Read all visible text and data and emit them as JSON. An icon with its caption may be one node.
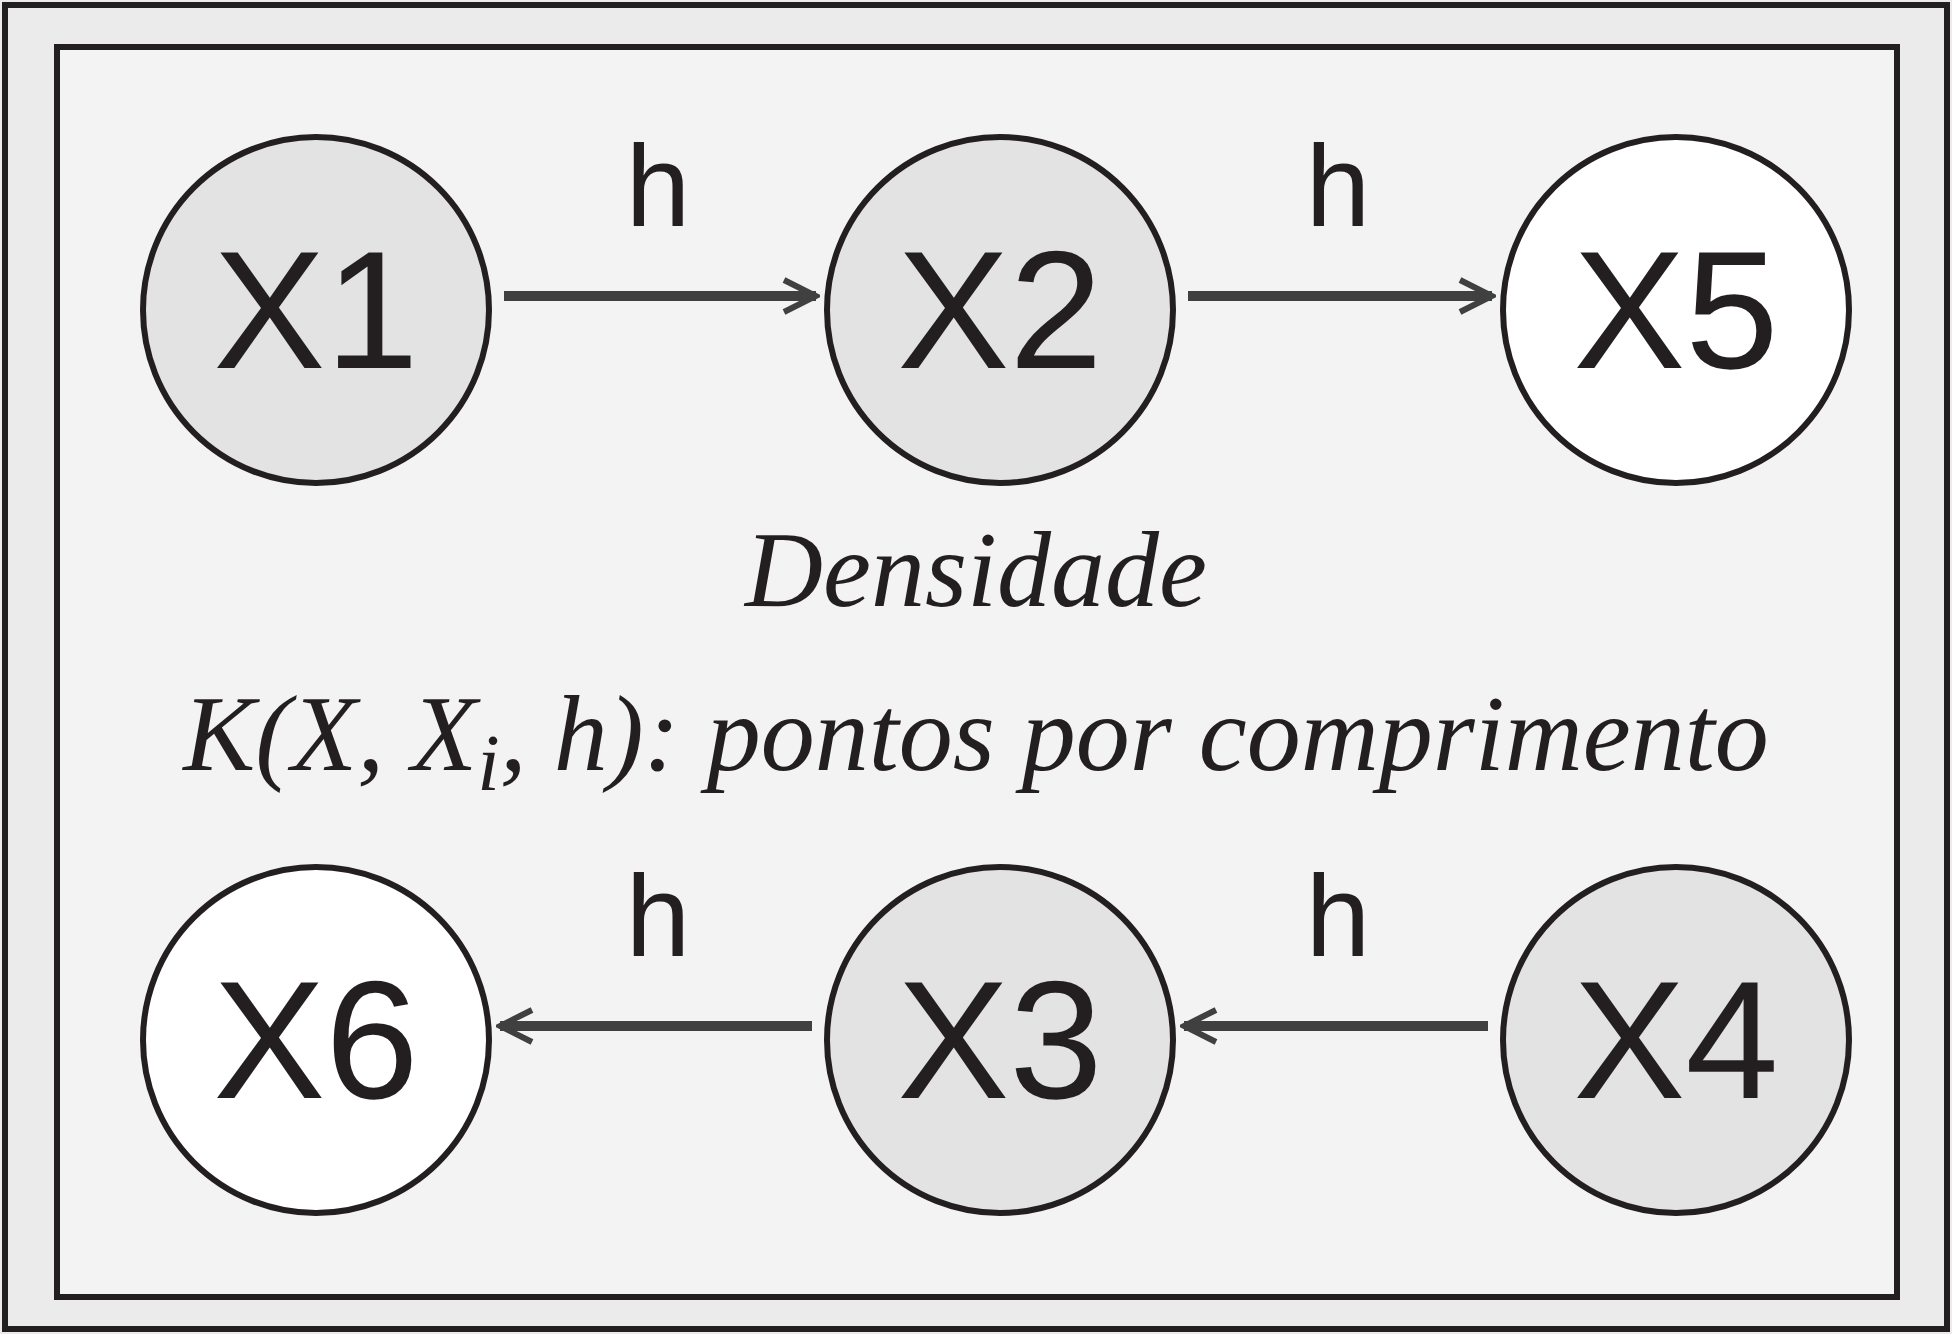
{
  "diagram": {
    "nodes": [
      {
        "text": [
          "X1"
        ]
      },
      {
        "text": [
          "X2"
        ]
      },
      {
        "text": [
          "X5"
        ]
      },
      {
        "text": [
          "X6"
        ]
      },
      {
        "text": [
          "X3"
        ]
      },
      {
        "text": [
          "X4"
        ]
      }
    ],
    "edges": [
      {
        "from": 0,
        "to": 1,
        "arrow": "to",
        "label": "h"
      },
      {
        "from": 1,
        "to": 2,
        "arrow": "to",
        "label": "h"
      },
      {
        "from": 5,
        "to": 4,
        "arrow": "to",
        "label": "h"
      },
      {
        "from": 4,
        "to": 3,
        "arrow": "to",
        "label": "h"
      }
    ],
    "labels": [
      "Densidade",
      "K(X, X$_{i}$, h): pontos por comprimento"
    ]
  }
}
